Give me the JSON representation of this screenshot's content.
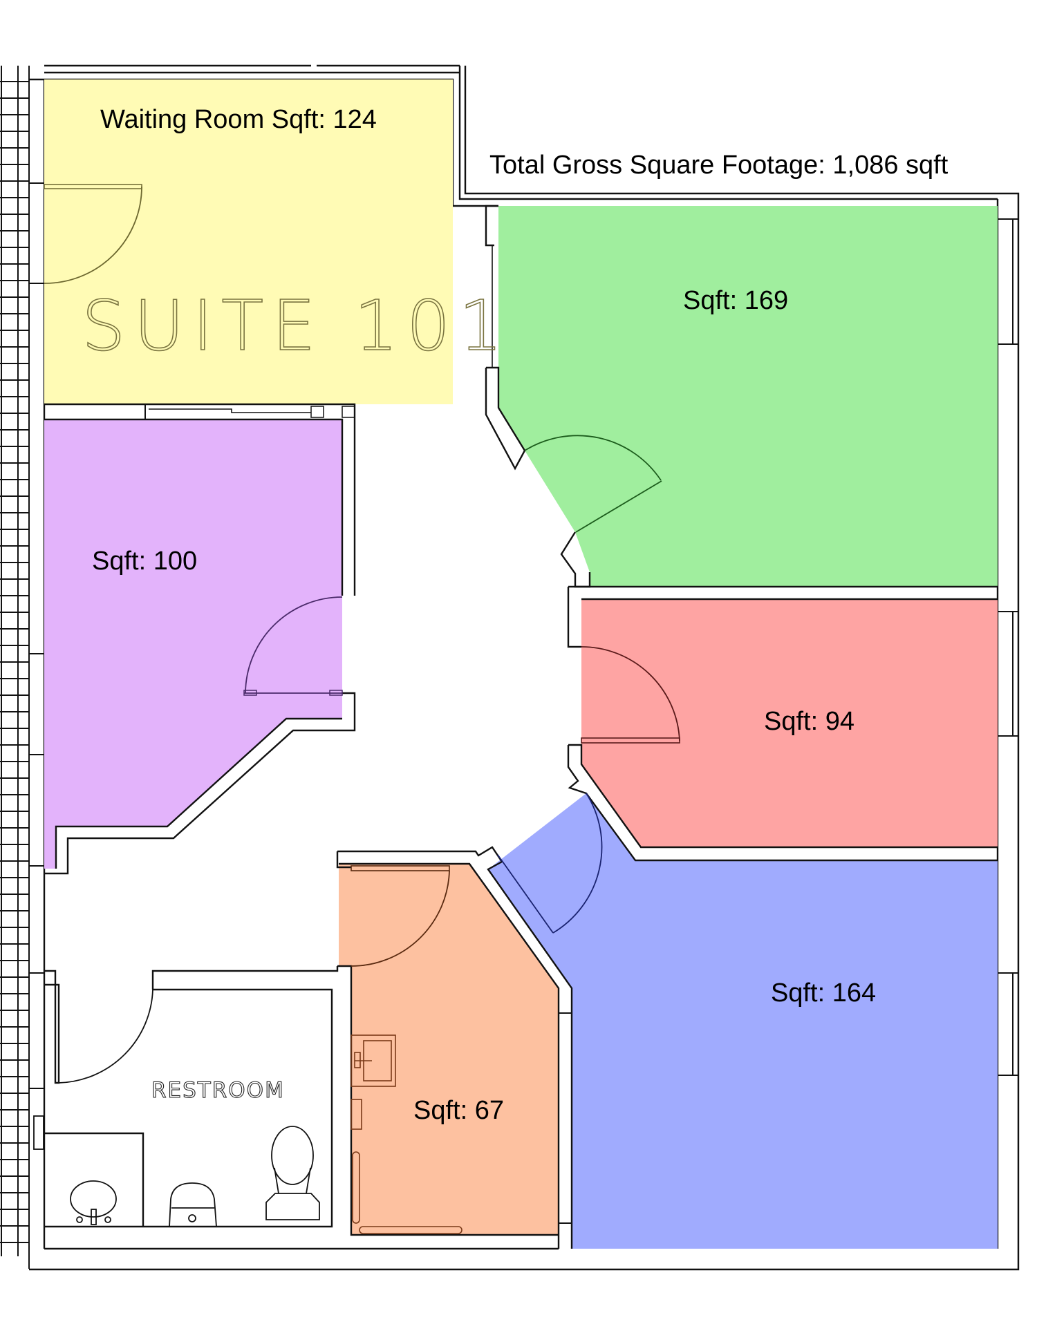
{
  "plan": {
    "total_label": "Total Gross Square Footage: 1,086 sqft",
    "suite_label": "SUITE 101",
    "rooms": [
      {
        "id": "waiting-room",
        "label": "Waiting Room Sqft: 124",
        "sqft": 124,
        "color": "#fffbb5"
      },
      {
        "id": "office-green",
        "label": "Sqft: 169",
        "sqft": 169,
        "color": "#a0ee9e"
      },
      {
        "id": "office-purple",
        "label": "Sqft: 100",
        "sqft": 100,
        "color": "#e3b3fb"
      },
      {
        "id": "office-red",
        "label": "Sqft: 94",
        "sqft": 94,
        "color": "#fea4a3"
      },
      {
        "id": "office-blue",
        "label": "Sqft: 164",
        "sqft": 164,
        "color": "#a0abfe"
      },
      {
        "id": "room-orange",
        "label": "Sqft: 67",
        "sqft": 67,
        "color": "#fdc1a0"
      }
    ],
    "restroom_label": "RESTROOM"
  }
}
